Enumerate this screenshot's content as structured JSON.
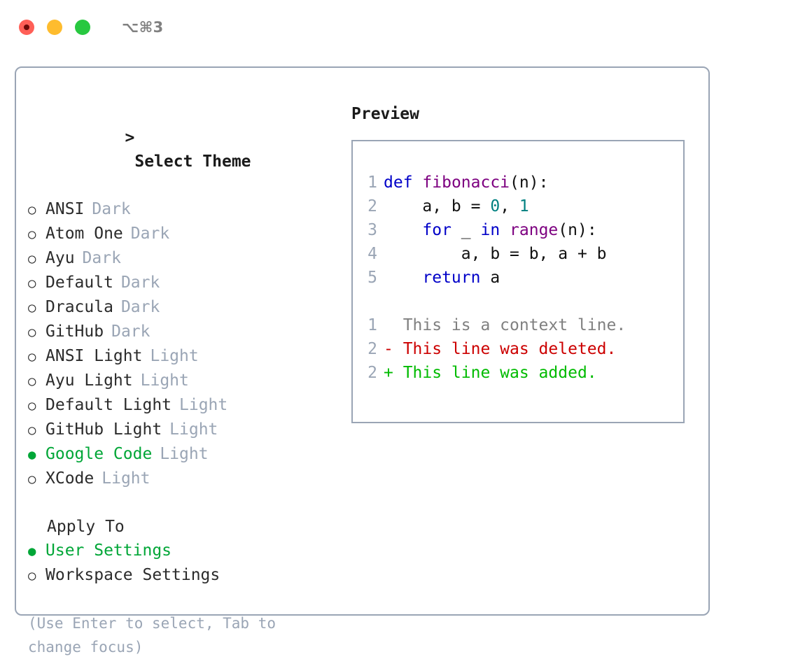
{
  "titlebar": {
    "shortcut": "⌥⌘3",
    "buttons": [
      {
        "name": "close",
        "color": "#ff5f57"
      },
      {
        "name": "minimize",
        "color": "#febc2e"
      },
      {
        "name": "maximize",
        "color": "#28c840"
      }
    ]
  },
  "colors": {
    "accent_green": "#00a637",
    "muted": "#9aa5b5",
    "border": "#9aa5b5",
    "keyword": "#0000c8",
    "function": "#7d0080",
    "number": "#008080",
    "diff_deleted": "#cc0000",
    "diff_added": "#00bb00",
    "context": "#808080"
  },
  "theme_panel": {
    "heading": "> Select Theme",
    "caret": ">",
    "heading_label": "Select Theme",
    "bullet_unselected": "○",
    "bullet_selected": "●",
    "items": [
      {
        "label": "ANSI",
        "tag": "Dark",
        "selected": false
      },
      {
        "label": "Atom One",
        "tag": "Dark",
        "selected": false
      },
      {
        "label": "Ayu",
        "tag": "Dark",
        "selected": false
      },
      {
        "label": "Default",
        "tag": "Dark",
        "selected": false
      },
      {
        "label": "Dracula",
        "tag": "Dark",
        "selected": false
      },
      {
        "label": "GitHub",
        "tag": "Dark",
        "selected": false
      },
      {
        "label": "ANSI Light",
        "tag": "Light",
        "selected": false
      },
      {
        "label": "Ayu Light",
        "tag": "Light",
        "selected": false
      },
      {
        "label": "Default Light",
        "tag": "Light",
        "selected": false
      },
      {
        "label": "GitHub Light",
        "tag": "Light",
        "selected": false
      },
      {
        "label": "Google Code",
        "tag": "Light",
        "selected": true
      },
      {
        "label": "XCode",
        "tag": "Light",
        "selected": false
      }
    ]
  },
  "apply_to": {
    "heading": "Apply To",
    "items": [
      {
        "label": "User Settings",
        "selected": true
      },
      {
        "label": "Workspace Settings",
        "selected": false
      }
    ]
  },
  "hint": "(Use Enter to select, Tab to change focus)",
  "preview": {
    "heading": "Preview",
    "code_lines": [
      {
        "num": "1",
        "tokens": [
          {
            "t": "def",
            "c": "kw"
          },
          {
            "t": " ",
            "c": "pl"
          },
          {
            "t": "fibonacci",
            "c": "fn"
          },
          {
            "t": "(n):",
            "c": "pl"
          }
        ]
      },
      {
        "num": "2",
        "tokens": [
          {
            "t": "    a, b = ",
            "c": "pl"
          },
          {
            "t": "0",
            "c": "num"
          },
          {
            "t": ", ",
            "c": "pl"
          },
          {
            "t": "1",
            "c": "num"
          }
        ]
      },
      {
        "num": "3",
        "tokens": [
          {
            "t": "    ",
            "c": "pl"
          },
          {
            "t": "for",
            "c": "kw"
          },
          {
            "t": " _ ",
            "c": "pl"
          },
          {
            "t": "in",
            "c": "kw"
          },
          {
            "t": " ",
            "c": "pl"
          },
          {
            "t": "range",
            "c": "fn"
          },
          {
            "t": "(n):",
            "c": "pl"
          }
        ]
      },
      {
        "num": "4",
        "tokens": [
          {
            "t": "        a, b = b, a + b",
            "c": "pl"
          }
        ]
      },
      {
        "num": "5",
        "tokens": [
          {
            "t": "    ",
            "c": "pl"
          },
          {
            "t": "return",
            "c": "kw"
          },
          {
            "t": " a",
            "c": "pl"
          }
        ]
      }
    ],
    "diff_lines": [
      {
        "num": "1",
        "marker": " ",
        "text": "  This is a context line.",
        "kind": "ctx"
      },
      {
        "num": "2",
        "marker": "-",
        "text": "- This line was deleted.",
        "kind": "del"
      },
      {
        "num": "2",
        "marker": "+",
        "text": "+ This line was added.",
        "kind": "add"
      }
    ]
  }
}
